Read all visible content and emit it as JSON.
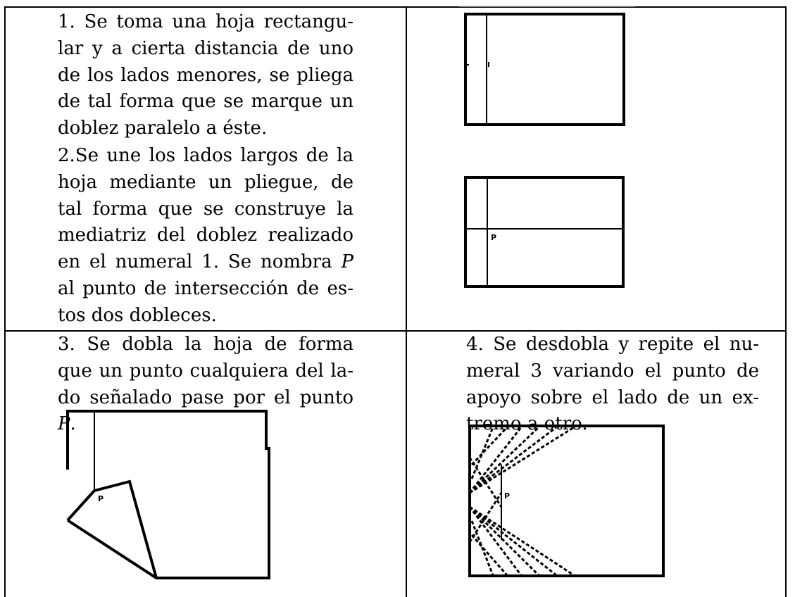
{
  "steps": [
    {
      "lines": [
        "1. Se toma una hoja rectangu-",
        "lar y a cierta distancia de uno",
        "de los lados menores, se pliega",
        "de tal forma que se marque un",
        "doblez paralelo a éste."
      ]
    },
    {
      "lines": [
        "2.Se une los lados largos de la",
        "hoja mediante un pliegue, de",
        "tal forma que se construye la",
        "mediatriz del doblez realizado",
        "en el numeral 1. Se nombra",
        "al punto de intersección de es-",
        "tos dos dobleces."
      ],
      "variable": "P"
    },
    {
      "lines": [
        "3. Se dobla la hoja de forma",
        "que un punto cualquiera del la-",
        "do señalado pase por el punto"
      ],
      "variable": "P",
      "end": "."
    },
    {
      "lines": [
        "4. Se desdobla y repite el nu-",
        "meral 3 variando el punto de",
        "apoyo sobre el lado de un ex-",
        "tremo a otro."
      ]
    }
  ],
  "figure_labels": {
    "fig2_point": "P",
    "fig3_point": "P",
    "fig4_point": "P"
  }
}
